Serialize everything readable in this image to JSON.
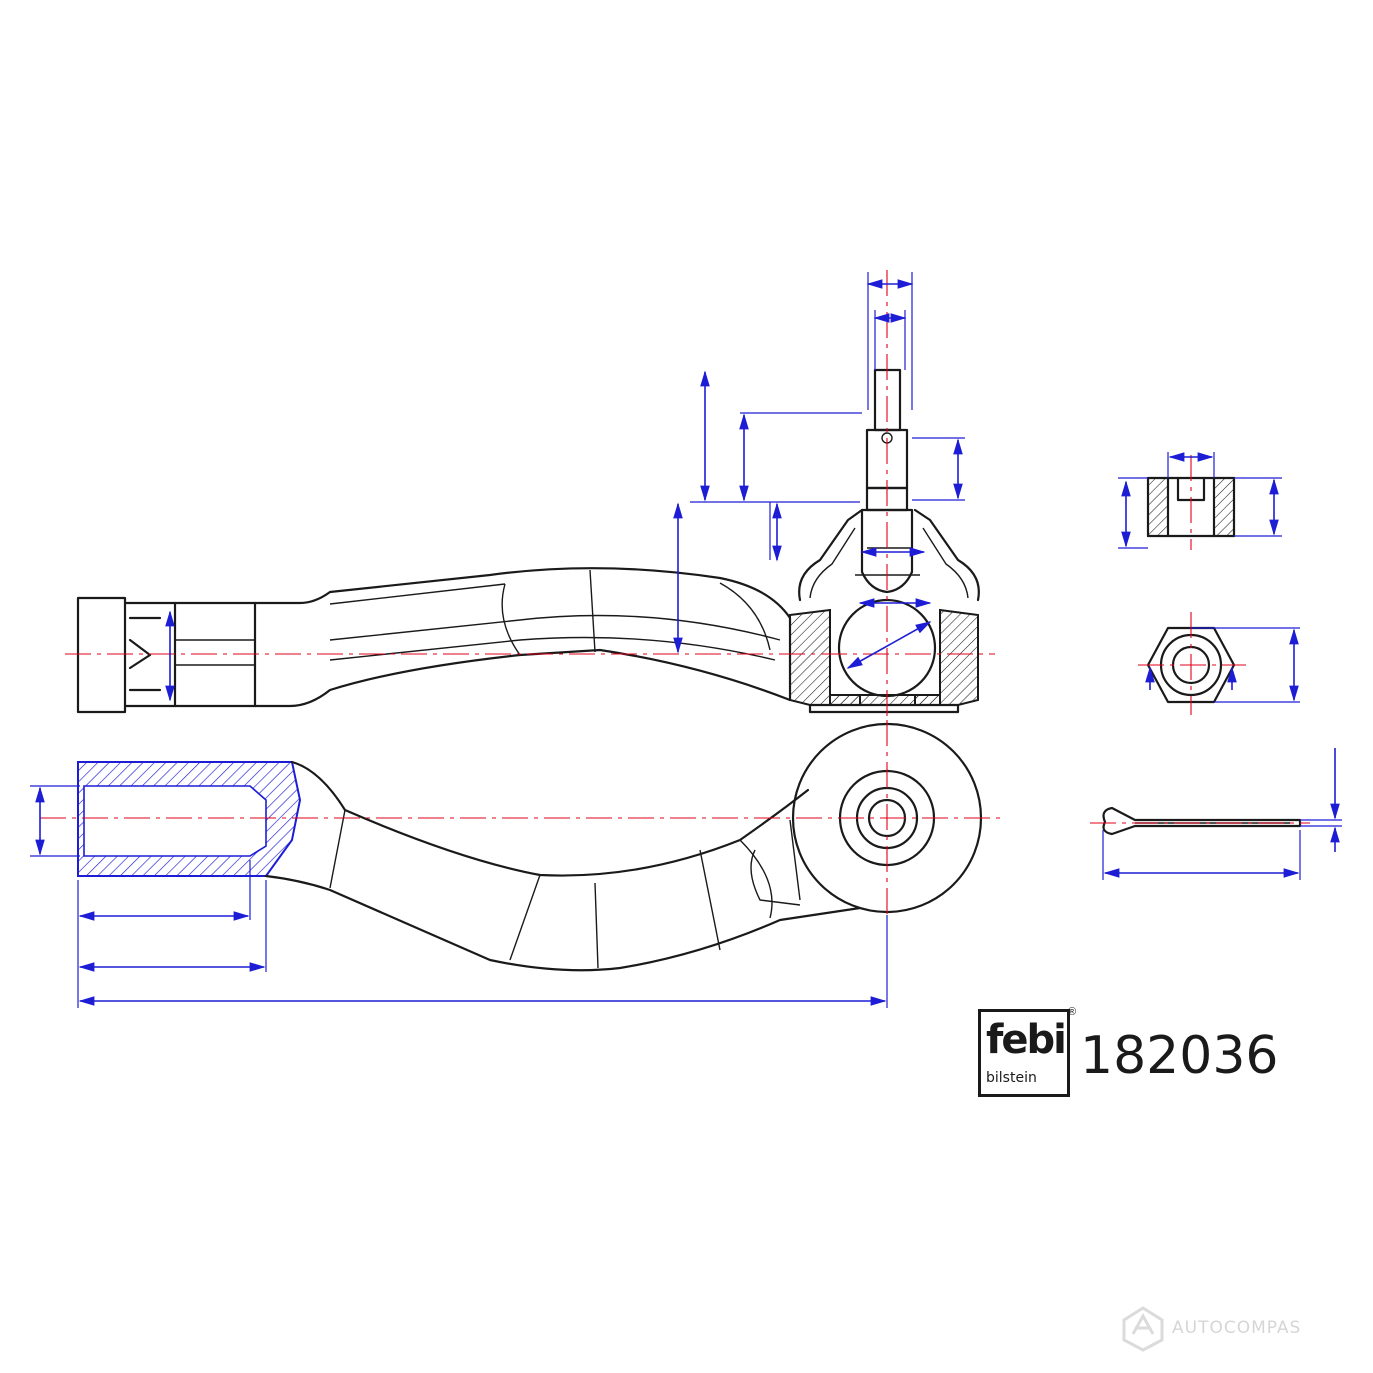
{
  "brand": {
    "name": "febi",
    "sub": "bilstein",
    "registered": "®"
  },
  "part_number": "182036",
  "watermark": {
    "text": "AUTOCOMPAS"
  },
  "colors": {
    "outline": "#1a1a1a",
    "dimension": "#1d1dd6",
    "centerline": "#e0001a"
  }
}
